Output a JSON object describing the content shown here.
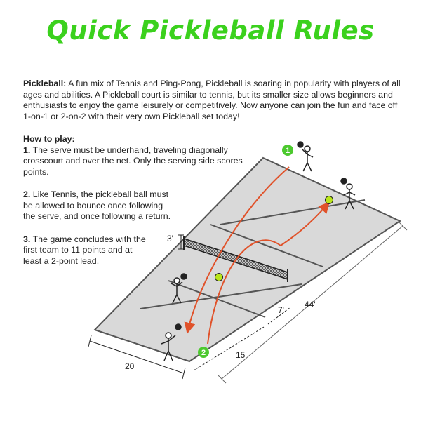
{
  "title": "Quick Pickleball Rules",
  "intro": {
    "label": "Pickleball:",
    "text": "A fun mix of Tennis and Ping-Pong, Pickleball is soaring in popularity with players of all ages and abilities. A Pickleball court is similar to tennis, but its smaller size allows beginners and enthusiasts to enjoy the game leisurely or competitively. Now anyone can join the fun and face off 1-on-1 or 2-on-2 with their very own Pickleball set today!"
  },
  "how_to_play": {
    "heading": "How to play:",
    "rules": [
      {
        "num": "1.",
        "text": "The serve must be underhand, traveling diagonally crosscourt and over the net. Only the serving side scores points."
      },
      {
        "num": "2.",
        "text": "Like Tennis, the pickleball ball must be allowed to bounce once following the serve, and once following a return."
      },
      {
        "num": "3.",
        "text": "The game concludes with the first team to 11 points and at least a 2-point lead."
      }
    ]
  },
  "diagram": {
    "dimensions": {
      "net_height": "3'",
      "width": "20'",
      "length": "44'",
      "kitchen": "7'",
      "service": "15'"
    },
    "badges": [
      "1",
      "2"
    ],
    "colors": {
      "title": "#3bd11d",
      "court": "#d9d9d9",
      "court_line": "#555555",
      "ball_path": "#e0522a",
      "ball": "#b8e51a",
      "badge": "#4cc92e"
    }
  }
}
